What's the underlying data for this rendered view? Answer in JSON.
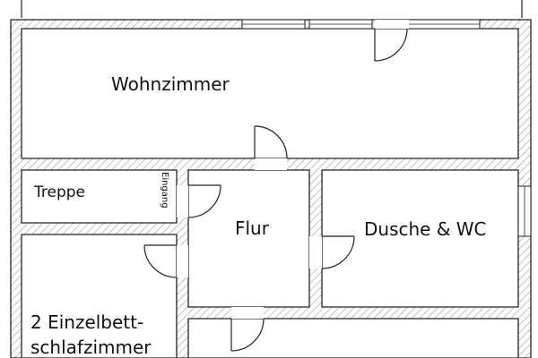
{
  "rooms": {
    "wohnzimmer": "Wohnzimmer",
    "treppe": "Treppe",
    "flur": "Flur",
    "dusche_wc": "Dusche & WC",
    "schlafzimmer_line1": "2 Einzelbett-",
    "schlafzimmer_line2": "schlafzimmer"
  },
  "entrance_label": "Eingang",
  "colors": {
    "wall_outline": "#222222",
    "wall_hatch": "#9a9a9a",
    "background": "#ffffff"
  }
}
